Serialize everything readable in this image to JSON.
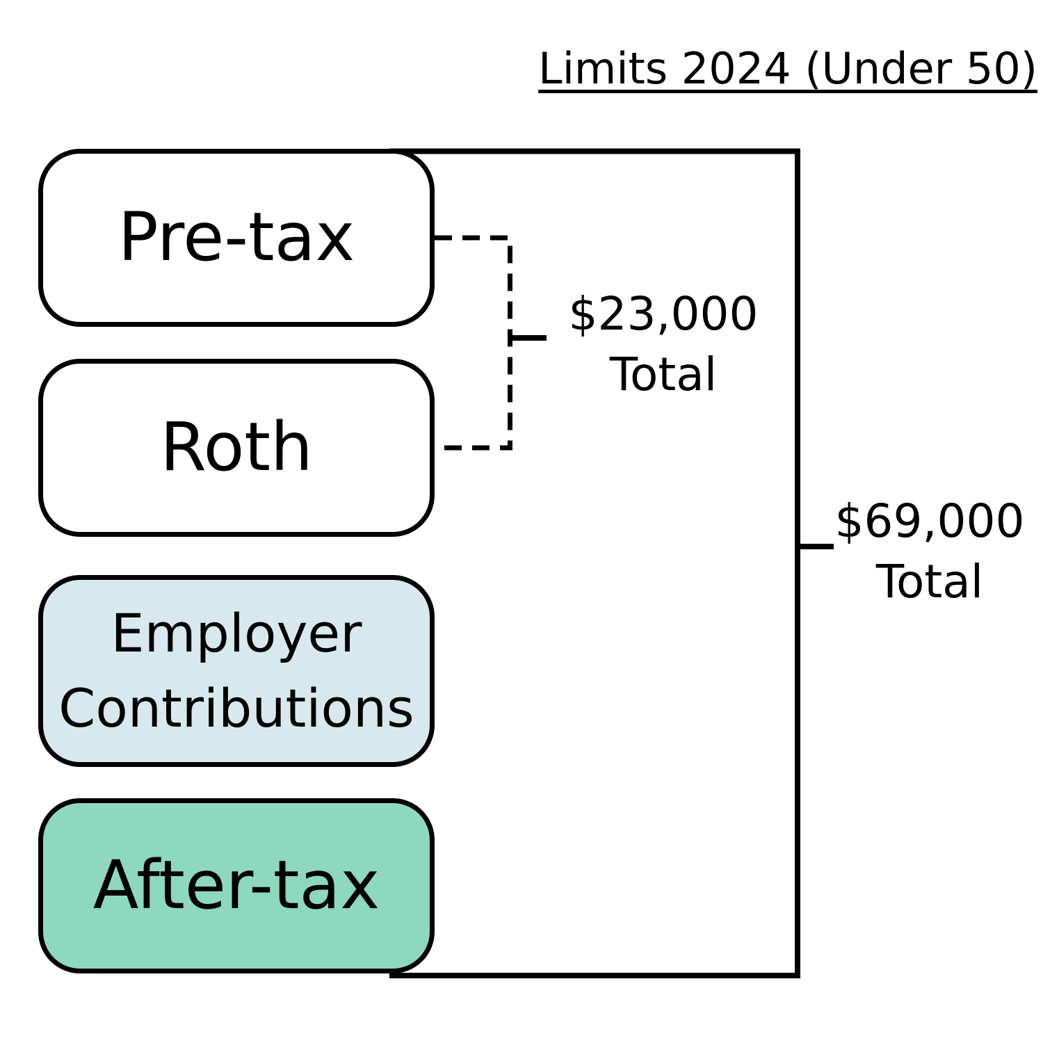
{
  "title": "Limits 2024 (Under 50)",
  "boxes": [
    {
      "id": "pre-tax",
      "label": "Pre-tax"
    },
    {
      "id": "roth",
      "label": "Roth"
    },
    {
      "id": "employer-contributions",
      "label": "Employer\nContributions"
    },
    {
      "id": "after-tax",
      "label": "After-tax"
    }
  ],
  "annotations": {
    "elective": {
      "amount": "$23,000",
      "caption": "Total"
    },
    "total": {
      "amount": "$69,000",
      "caption": "Total"
    }
  },
  "colors": {
    "background": "#ffffff",
    "ink": "#000000",
    "box_blue": "#d7e9ee",
    "box_green": "#8dd8bf"
  }
}
